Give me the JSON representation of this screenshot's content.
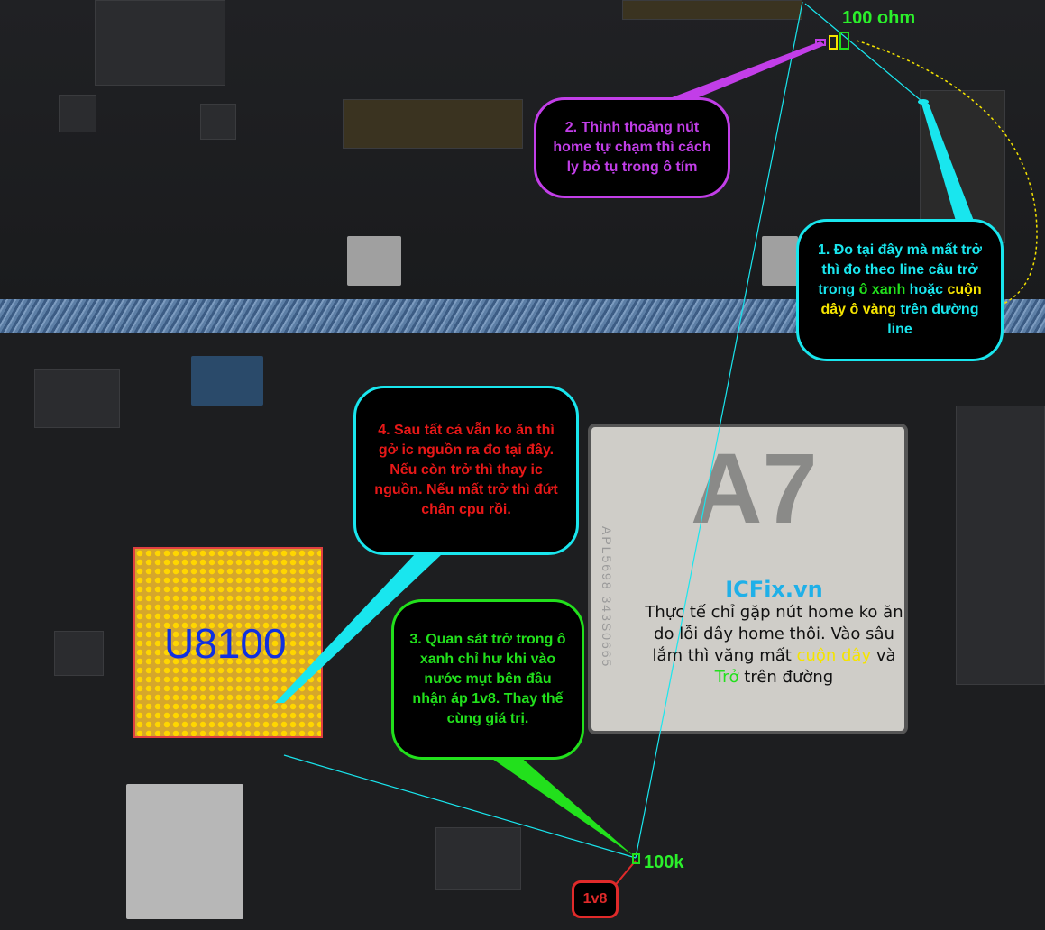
{
  "annotations": {
    "label_100ohm": "100 ohm",
    "label_100k": "100k",
    "label_1v8": "1v8",
    "chip_label": "U8100",
    "cpu_marking": "A7",
    "cpu_serial": "APL5698 343S0665",
    "bubble1": {
      "parts": [
        "1. Đo tại đây mà mất trở thì đo theo line câu trở trong ",
        "ô xanh",
        " hoặc ",
        "cuộn dây ô vàng",
        " trên đường line"
      ]
    },
    "bubble2": "2. Thỉnh thoảng nút home tự chạm thì cách ly bỏ tụ trong ô tím",
    "bubble3": "3. Quan sát trở trong ô xanh chỉ hư khi vào nước mụt bên đầu nhận áp 1v8. Thay thế cùng giá trị.",
    "bubble4": "4. Sau tất cả vẫn ko ăn thì gở ic nguồn ra đo tại đây. Nếu còn trở thì thay ic nguồn. Nếu mất trở thì đứt chân cpu rồi.",
    "note": {
      "brand": "ICFix.vn",
      "line1": "Thực tế chỉ gặp nút home ko ăn do lỗi dây home thôi. Vào sâu lắm thì văng mất ",
      "coil": "cuộn dây",
      "and": " và ",
      "res": "Trở",
      "tail": " trên đường"
    }
  },
  "colors": {
    "cyan": "#19e6ee",
    "purple": "#c23ee8",
    "green": "#22e01c",
    "red": "#e02a2a",
    "yellow": "#f5e400"
  }
}
